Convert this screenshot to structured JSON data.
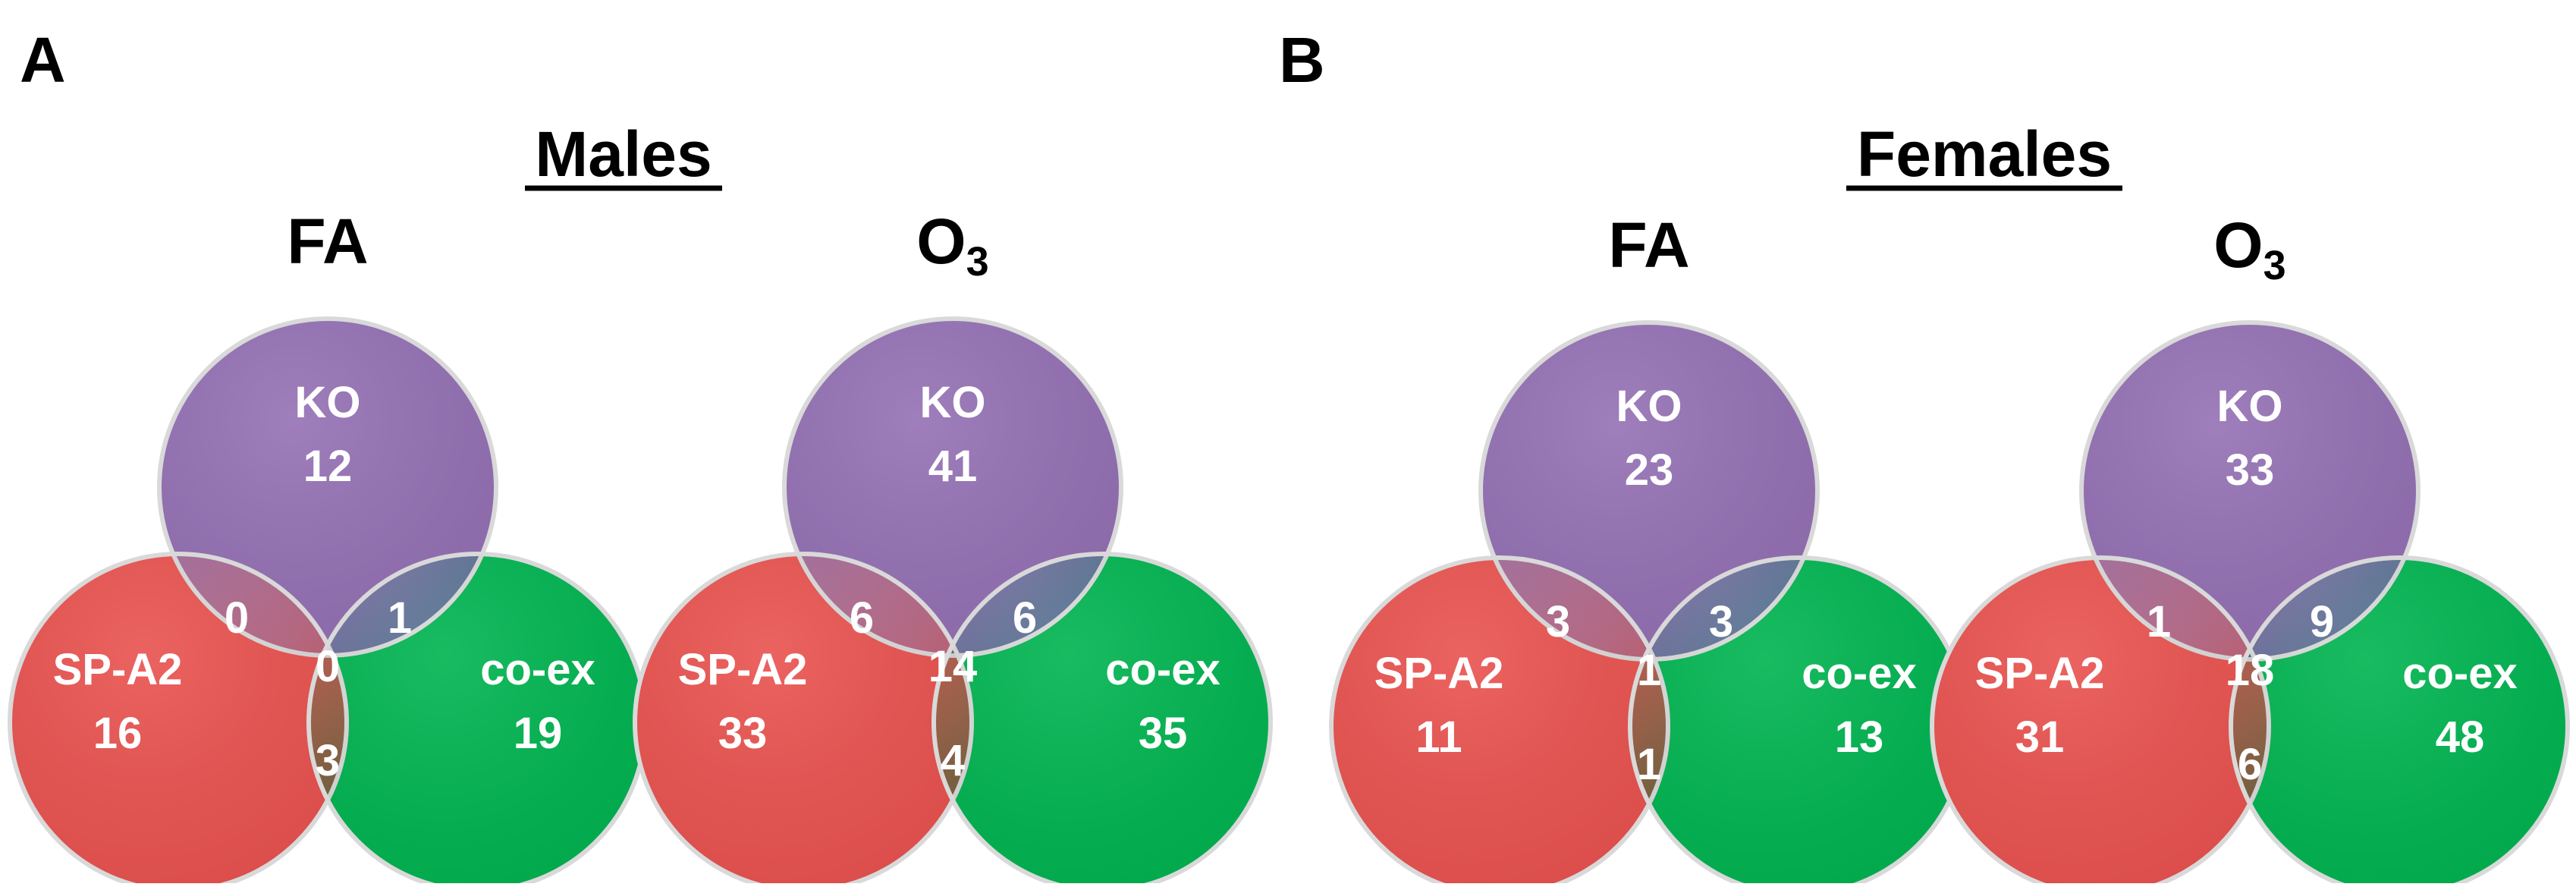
{
  "panels": [
    {
      "letter": "A",
      "group": "Males",
      "diagrams": [
        {
          "title": "FA",
          "title_sub": "",
          "sets": [
            {
              "label": "KO",
              "count": "12",
              "color": "#9470B4"
            },
            {
              "label": "SP-A2",
              "count": "16",
              "color": "#E9524F"
            },
            {
              "label": "co-ex",
              "count": "19",
              "color": "#00B450"
            }
          ],
          "overlaps": {
            "ko_spa2": "0",
            "ko_coex": "1",
            "spa2_coex": "3",
            "all": "0"
          }
        },
        {
          "title": "O",
          "title_sub": "3",
          "sets": [
            {
              "label": "KO",
              "count": "41",
              "color": "#9470B4"
            },
            {
              "label": "SP-A2",
              "count": "33",
              "color": "#E9524F"
            },
            {
              "label": "co-ex",
              "count": "35",
              "color": "#00B450"
            }
          ],
          "overlaps": {
            "ko_spa2": "6",
            "ko_coex": "6",
            "spa2_coex": "4",
            "all": "14"
          }
        }
      ]
    },
    {
      "letter": "B",
      "group": "Females",
      "diagrams": [
        {
          "title": "FA",
          "title_sub": "",
          "sets": [
            {
              "label": "KO",
              "count": "23",
              "color": "#9470B4"
            },
            {
              "label": "SP-A2",
              "count": "11",
              "color": "#E9524F"
            },
            {
              "label": "co-ex",
              "count": "13",
              "color": "#00B450"
            }
          ],
          "overlaps": {
            "ko_spa2": "3",
            "ko_coex": "3",
            "spa2_coex": "1",
            "all": "1"
          }
        },
        {
          "title": "O",
          "title_sub": "3",
          "sets": [
            {
              "label": "KO",
              "count": "33",
              "color": "#9470B4"
            },
            {
              "label": "SP-A2",
              "count": "31",
              "color": "#E9524F"
            },
            {
              "label": "co-ex",
              "count": "48",
              "color": "#00B450"
            }
          ],
          "overlaps": {
            "ko_spa2": "1",
            "ko_coex": "9",
            "spa2_coex": "6",
            "all": "18"
          }
        }
      ]
    }
  ]
}
